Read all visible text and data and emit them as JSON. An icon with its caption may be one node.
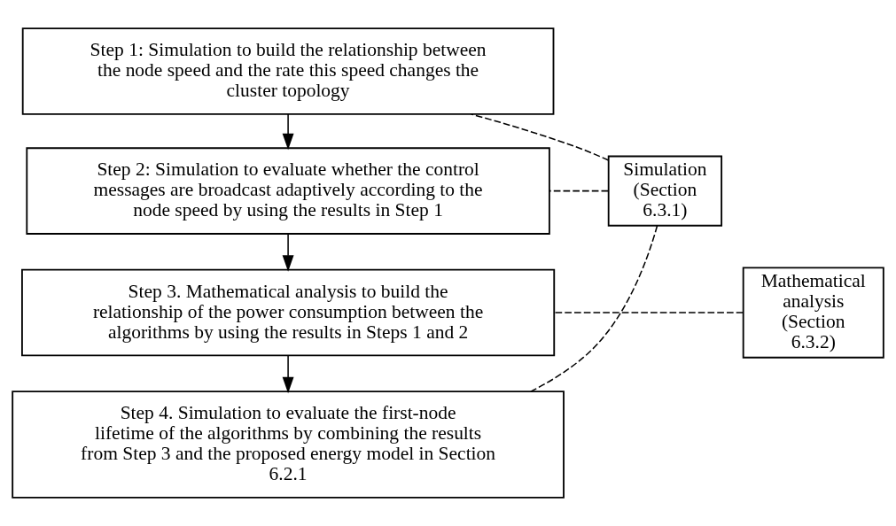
{
  "diagram": {
    "nodes": [
      {
        "text": [
          "Step 1: Simulation to build the relationship between the node speed and the rate this speed changes the cluster topology"
        ]
      },
      {
        "text": [
          "Step 2: Simulation to evaluate whether the control messages are broadcast adaptively according to the node speed by using the results in Step 1"
        ]
      },
      {
        "text": [
          "Step 3. Mathematical analysis to build the relationship of the power consumption between the algorithms by using the results in Steps 1 and 2"
        ]
      },
      {
        "text": [
          "Step 4. Simulation to evaluate the first-node lifetime of the algorithms by combining the results from Step 3 and the proposed energy model in Section 6.2.1"
        ]
      },
      {
        "text": [
          "Simulation (Section 6.3.1)"
        ]
      },
      {
        "text": [
          "Mathematical analysis (Section 6.3.2)"
        ]
      }
    ],
    "edges": [
      {
        "from": 0,
        "to": 1,
        "arrow": "to"
      },
      {
        "from": 1,
        "to": 2,
        "arrow": "to"
      },
      {
        "from": 2,
        "to": 3,
        "arrow": "to"
      },
      {
        "from": 4,
        "to": 0,
        "arrow": "none",
        "style": "dashed"
      },
      {
        "from": 4,
        "to": 1,
        "arrow": "none",
        "style": "dashed"
      },
      {
        "from": 4,
        "to": 3,
        "arrow": "none",
        "style": "dashed"
      },
      {
        "from": 5,
        "to": 2,
        "arrow": "none",
        "style": "dashed"
      }
    ]
  }
}
